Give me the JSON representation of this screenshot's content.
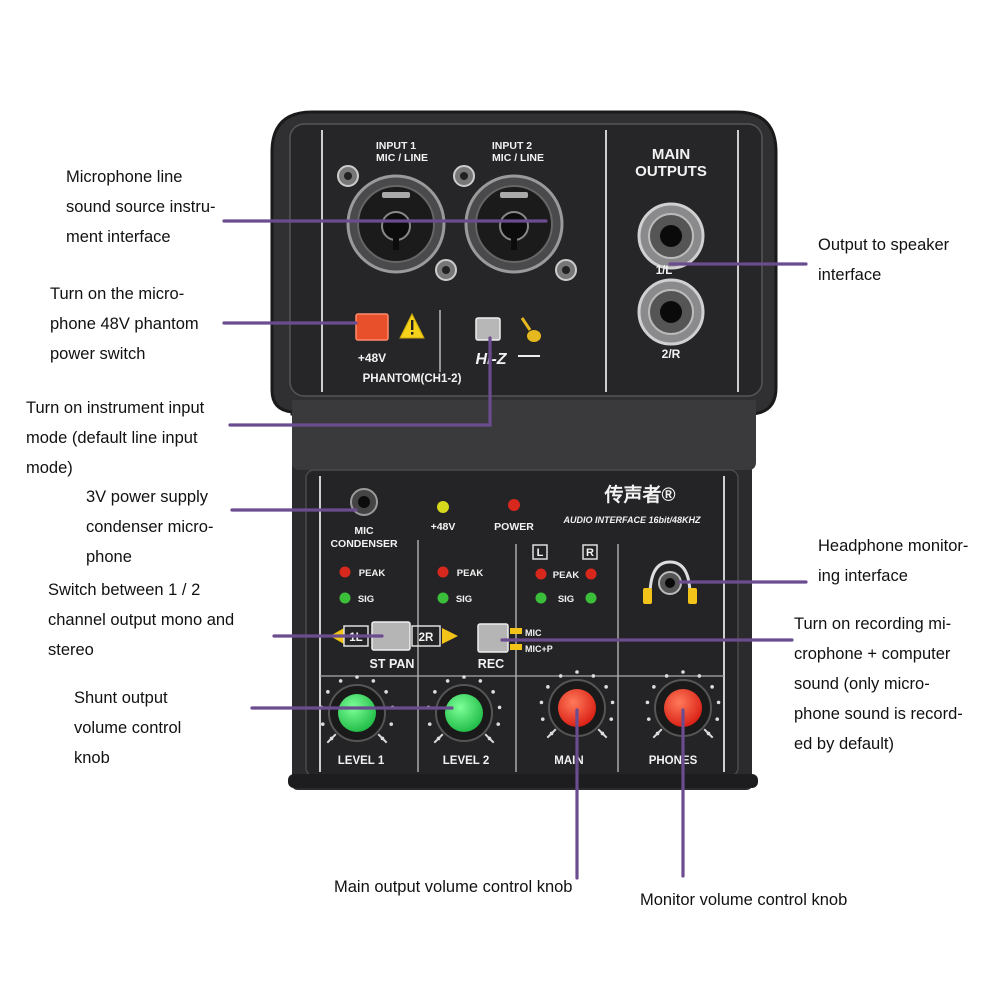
{
  "device": {
    "input1": "INPUT 1",
    "input1_sub": "MIC / LINE",
    "input2": "INPUT 2",
    "input2_sub": "MIC / LINE",
    "main_outputs_1": "MAIN",
    "main_outputs_2": "OUTPUTS",
    "out_1": "1/L",
    "out_2": "2/R",
    "phantom_48v": "+48V",
    "phantom_ch": "PHANTOM(CH1-2)",
    "hiz": "HI-Z",
    "mic_condenser_1": "MIC",
    "mic_condenser_2": "CONDENSER",
    "led_48v": "+48V",
    "led_power": "POWER",
    "brand": "传声者®",
    "subtitle": "AUDIO INTERFACE 16bit/48KHZ",
    "peak": "PEAK",
    "sig": "SIG",
    "left": "L",
    "right": "R",
    "st_pan_1": "1L",
    "st_pan_2": "2R",
    "st_pan": "ST PAN",
    "rec": "REC",
    "rec_mic": "MIC",
    "rec_micp": "MIC+P",
    "level1": "LEVEL 1",
    "level2": "LEVEL 2",
    "main": "MAIN",
    "phones": "PHONES"
  },
  "colors": {
    "panel": "#2a2a2c",
    "knob_green": "#2fd65a",
    "knob_red": "#e8261c",
    "phantom_button": "#e8502c",
    "leader": "#6a4c8f",
    "led_red": "#d8281e",
    "led_green": "#3bbf3a",
    "led_yellow": "#d6d81c"
  },
  "callouts": {
    "mic_line": "Microphone line\nsound source instru-\nment interface",
    "phantom": "Turn on the micro-\nphone 48V phantom\npower switch",
    "instrument": "Turn on instrument input\nmode (default line input\nmode)",
    "condenser": "3V power supply\ncondenser micro-\nphone",
    "switch": "Switch between 1 / 2\nchannel output mono and\nstereo",
    "shunt": "Shunt output\nvolume control\nknob",
    "output_speaker": "Output to speaker\ninterface",
    "headphone": "Headphone monitor-\ning interface",
    "recording": "Turn on recording mi-\ncrophone + computer\nsound (only micro-\nphone sound is record-\ned by default)",
    "main_knob": "Main output volume control knob",
    "monitor_knob": "Monitor volume control knob"
  }
}
